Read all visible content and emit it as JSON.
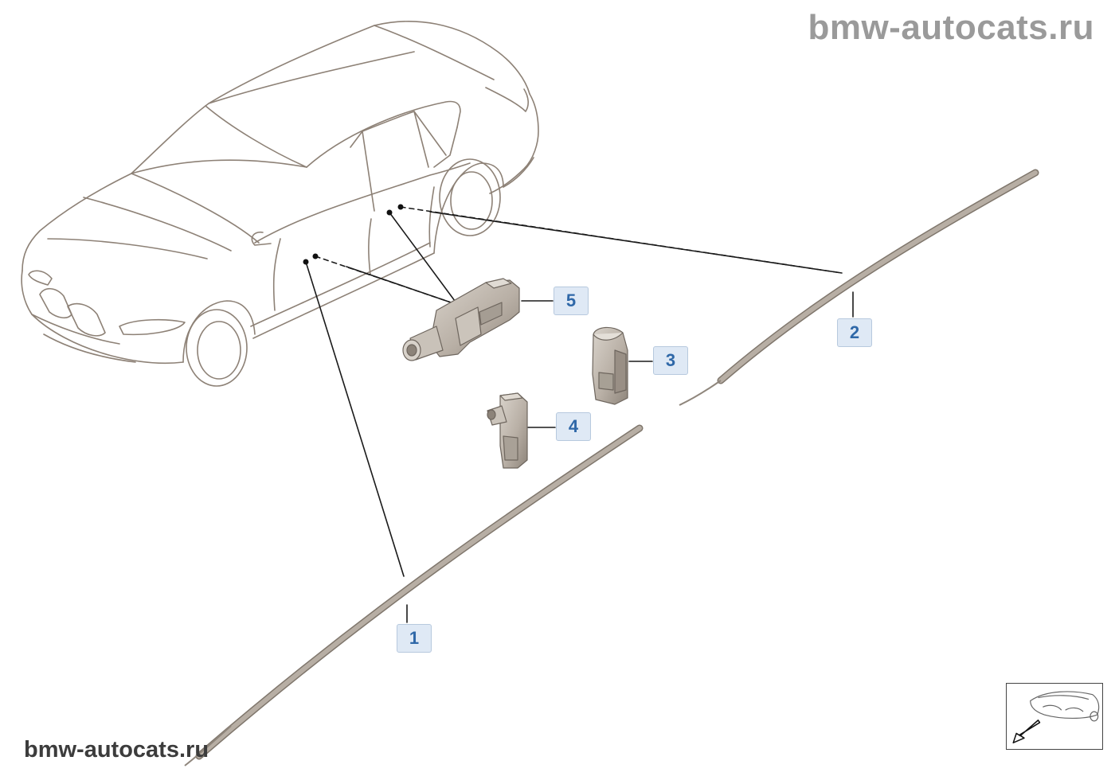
{
  "watermark": {
    "top": "bmw-autocats.ru",
    "bottom": "bmw-autocats.ru"
  },
  "callouts": [
    {
      "id": "1",
      "label": "1"
    },
    {
      "id": "2",
      "label": "2"
    },
    {
      "id": "3",
      "label": "3"
    },
    {
      "id": "4",
      "label": "4"
    },
    {
      "id": "5",
      "label": "5"
    }
  ],
  "colors": {
    "callout_bg": "#dfe9f5",
    "callout_text": "#2f68a8",
    "outline": "#8d8176",
    "part_fill": "#bdb5ab",
    "leader": "#1a1a1a"
  },
  "icons": {
    "nav": "front-view-arrow-icon"
  }
}
